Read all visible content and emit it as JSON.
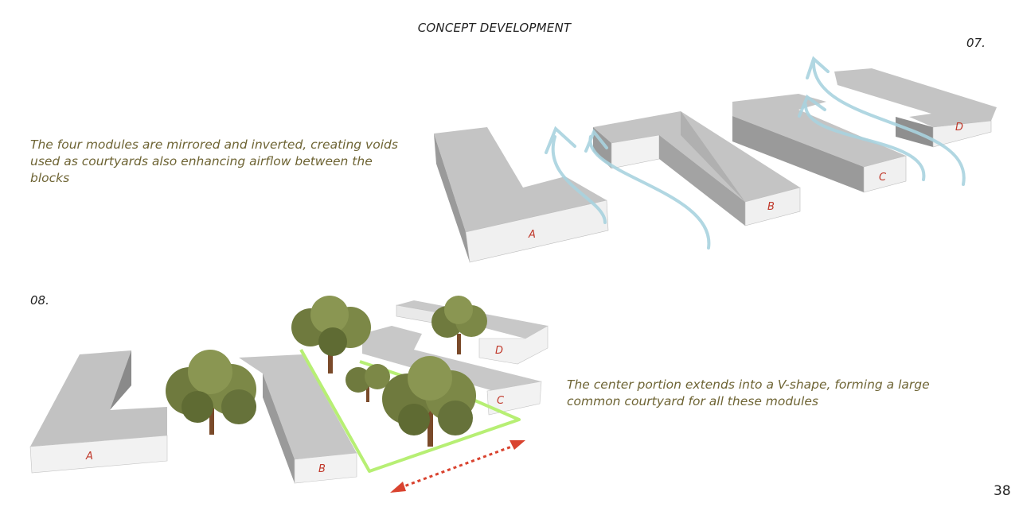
{
  "header": {
    "title": "CONCEPT DEVELOPMENT",
    "section_top": "07.",
    "section_bottom": "08."
  },
  "descriptions": {
    "top": "The four modules are mirrored and inverted, creating voids used as courtyards also enhancing airflow between the blocks",
    "bottom": "The center portion extends into a V-shape, forming a large common courtyard for all these modules"
  },
  "modules": [
    "A",
    "B",
    "C",
    "D"
  ],
  "page_number": "38",
  "colors": {
    "text_accent": "#6e6434",
    "module_label": "#c0392b",
    "airflow": "#a9d3df",
    "courtyard_outline": "#b7ef74",
    "dimension_arrow": "#d9432f",
    "block_top": "#c4c4c4",
    "block_side": "#eeeeee",
    "block_side_dark": "#8f8f8f"
  }
}
